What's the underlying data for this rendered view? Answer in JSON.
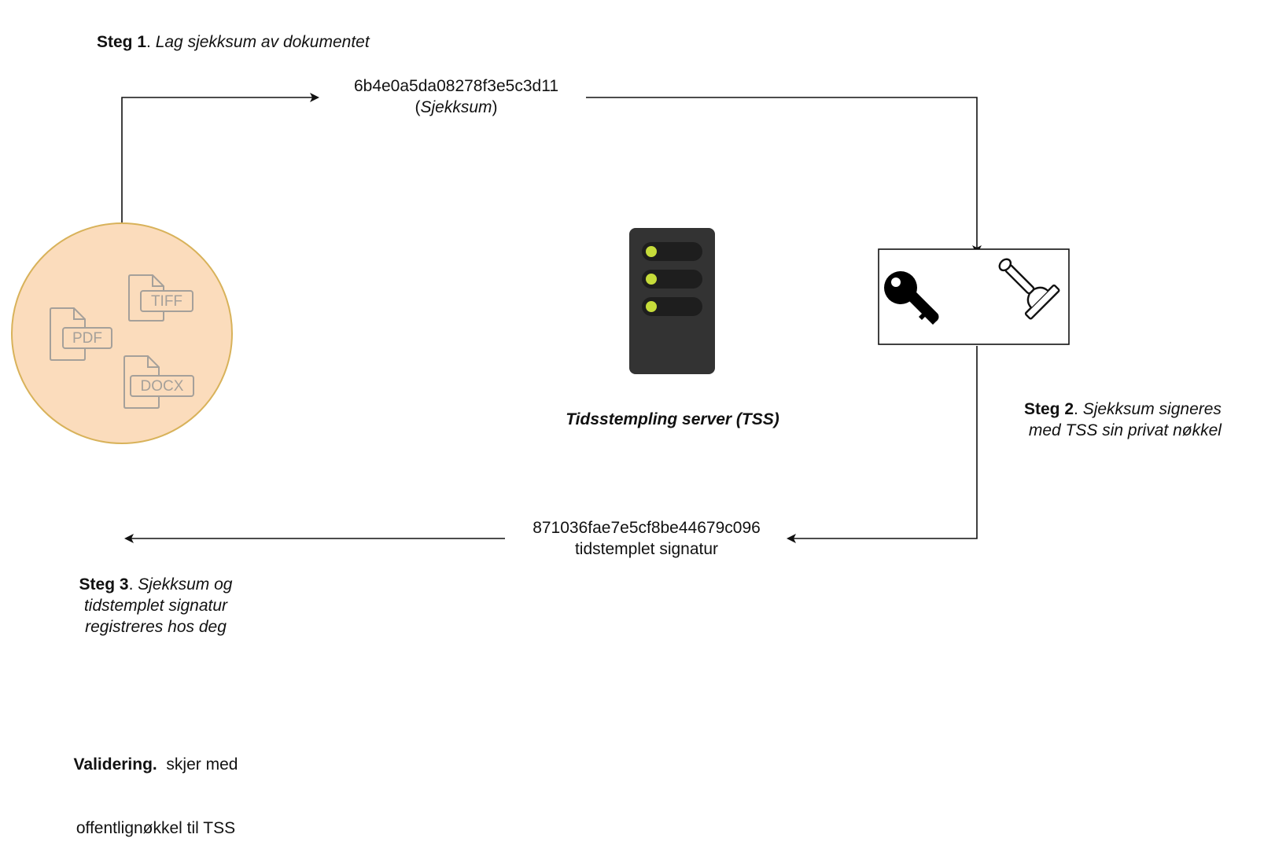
{
  "step1": {
    "label": "Steg 1",
    "sep": ". ",
    "text": "Lag sjekksum av dokumentet"
  },
  "checksum": {
    "value": "6b4e0a5da08278f3e5c3d11",
    "open": "(",
    "label": "Sjekksum",
    "close": ")"
  },
  "server": {
    "label": "Tidsstempling server (TSS)"
  },
  "step2": {
    "label": "Steg 2",
    "sep": ". ",
    "line1": "Sjekksum signeres",
    "line2": "med TSS sin privat nøkkel"
  },
  "signature": {
    "value": "871036fae7e5cf8be44679c096",
    "label": "tidstemplet signatur"
  },
  "step3": {
    "label": "Steg 3",
    "sep": ". ",
    "line1": "Sjekksum og",
    "line2": "tidstemplet signatur",
    "line3": "registreres hos deg"
  },
  "validation": {
    "label": "Validering.",
    "line1": "  skjer med",
    "line2": "offentlignøkkel til TSS"
  },
  "documents": {
    "pdf": "PDF",
    "tiff": "TIFF",
    "docx": "DOCX"
  },
  "icons": {
    "key": "key-icon",
    "stamp": "stamp-icon",
    "server": "server-icon",
    "document": "document-icon"
  },
  "colors": {
    "circle_fill": "#fbdcbc",
    "circle_stroke": "#d8b25a",
    "server_body": "#333333",
    "server_led": "#c6dc3a",
    "line": "#111111"
  }
}
